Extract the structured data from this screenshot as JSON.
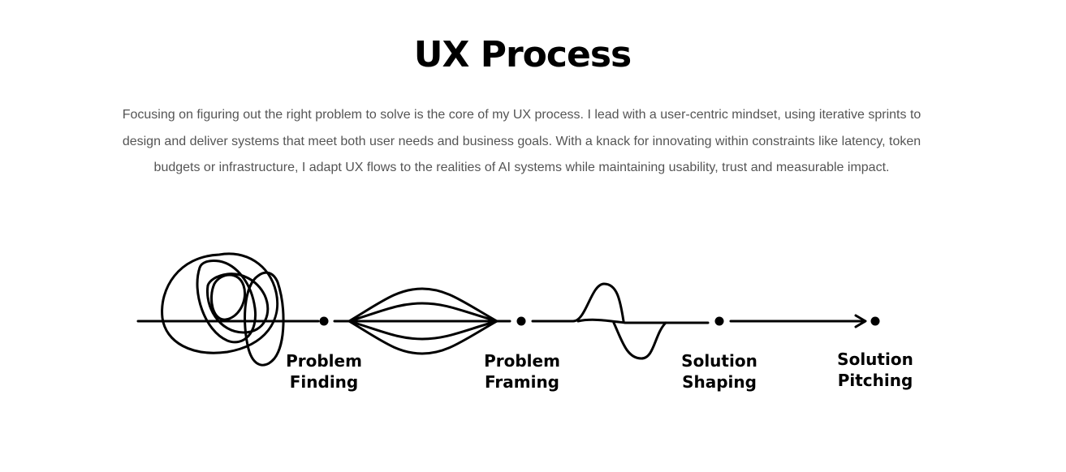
{
  "header": {
    "title": "UX Process",
    "description": "Focusing on figuring out the right problem to solve is the core of my UX process. I lead with a user-centric mindset, using iterative sprints to design and deliver systems that meet both user needs and business goals. With a knack for innovating within constraints like latency, token budgets or infrastructure, I adapt UX flows to the realities of AI systems while maintaining usability, trust and measurable impact."
  },
  "process": {
    "line_color": "#000000",
    "steps": [
      {
        "line1": "Problem",
        "line2": "Finding"
      },
      {
        "line1": "Problem",
        "line2": "Framing"
      },
      {
        "line1": "Solution",
        "line2": "Shaping"
      },
      {
        "line1": "Solution",
        "line2": "Pitching"
      }
    ]
  }
}
